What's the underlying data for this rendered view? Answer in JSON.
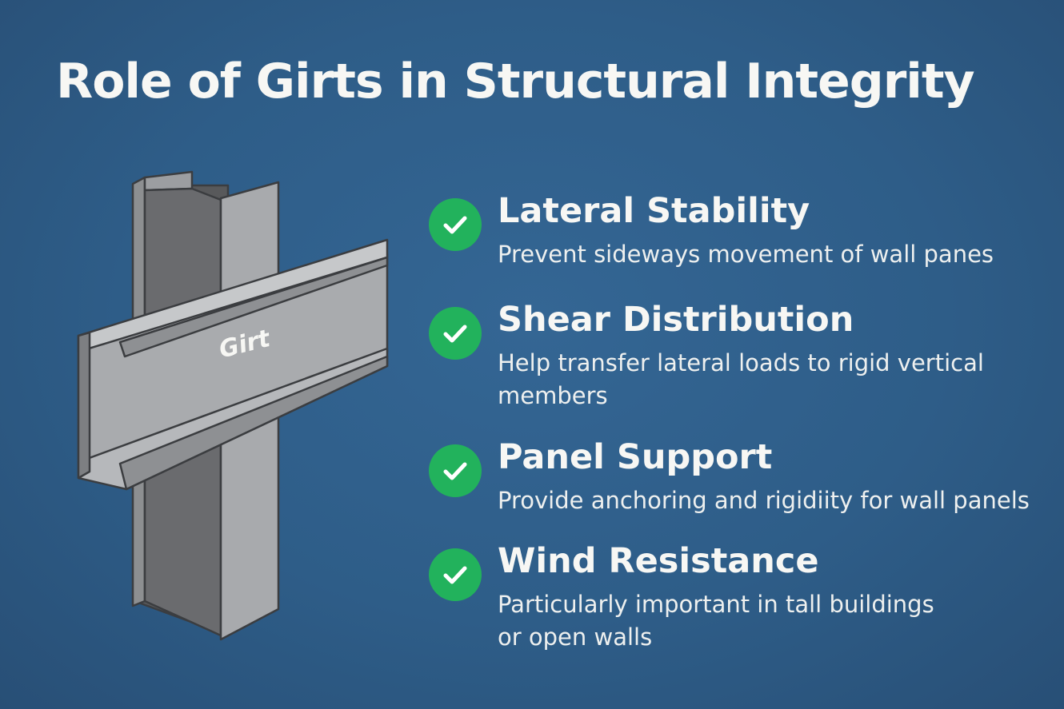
{
  "title": "Role of Girts in Structural Integrity",
  "diagram": {
    "girt_label": "Girt"
  },
  "items": [
    {
      "icon": "check-circle-icon",
      "title": "Lateral Stability",
      "description_lines": [
        "Prevent sideways movement of wall panes"
      ]
    },
    {
      "icon": "check-circle-icon",
      "title": "Shear Distribution",
      "description_lines": [
        "Help transfer lateral loads to rigid vertical",
        "members"
      ]
    },
    {
      "icon": "check-circle-icon",
      "title": "Panel Support",
      "description_lines": [
        "Provide anchoring and rigidiity for wall panels"
      ]
    },
    {
      "icon": "check-circle-icon",
      "title": "Wind Resistance",
      "description_lines": [
        "Particularly important in  tall buildings",
        "or open walls"
      ]
    }
  ],
  "colors": {
    "background": "#2d5a84",
    "check_green": "#22b25c",
    "steel": "#a9abae",
    "text": "#f7f7f4"
  }
}
